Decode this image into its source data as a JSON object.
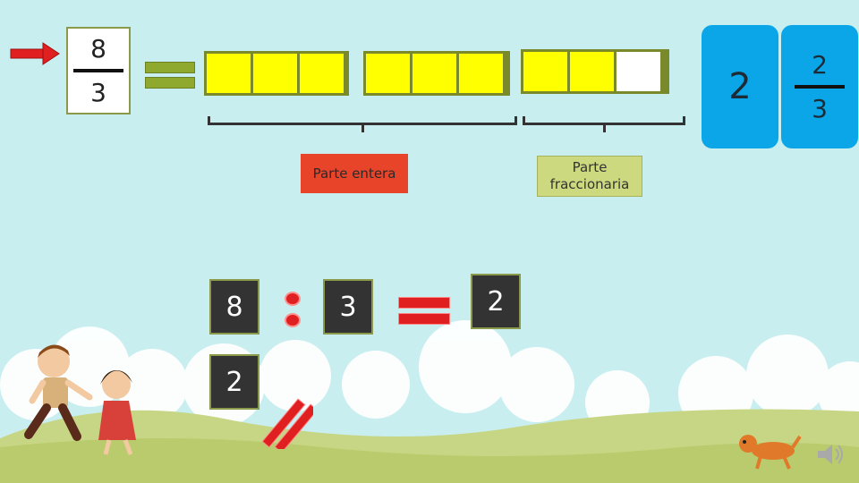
{
  "fraction": {
    "numerator": "8",
    "denominator": "3"
  },
  "bar_model": {
    "units": [
      {
        "filled": 3,
        "total": 3
      },
      {
        "filled": 3,
        "total": 3
      },
      {
        "filled": 2,
        "total": 3
      }
    ]
  },
  "labels": {
    "whole_part": "Parte entera",
    "fraction_part_line1": "Parte",
    "fraction_part_line2": "fraccionaria"
  },
  "mixed_number": {
    "whole": "2",
    "numerator": "2",
    "denominator": "3"
  },
  "division": {
    "dividend": "8",
    "divisor": "3",
    "quotient": "2",
    "remainder": "2"
  },
  "colors": {
    "background": "#c9eef0",
    "fill": "#ffff00",
    "card": "#0aa6e8",
    "label_red": "#e8442a",
    "label_green": "#cdd97f",
    "tile": "#333333",
    "accent_red": "#e02020"
  },
  "icons": [
    "arrow-icon",
    "equals-icon",
    "speaker-icon"
  ]
}
